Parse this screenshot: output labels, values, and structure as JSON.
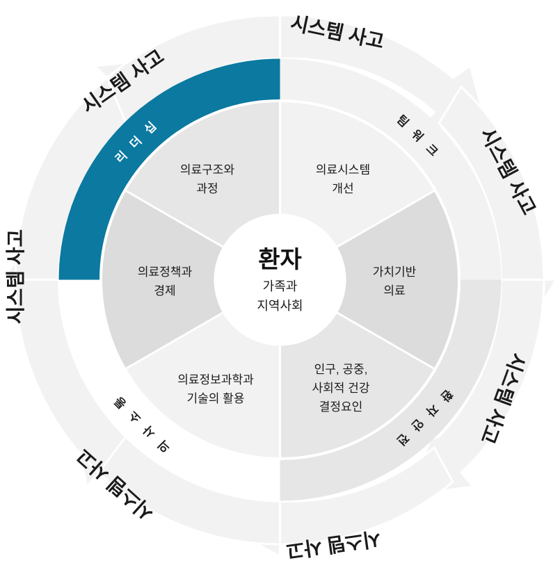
{
  "outer_ring": {
    "labels": [
      "시스템 사고",
      "시스템 사고",
      "시스템 사고",
      "시스템 사고",
      "시스템 사고",
      "시스템 사고"
    ],
    "arrow_color": "#f2f2f2"
  },
  "band": {
    "leadership": "리더십",
    "teamwork": "팀워크",
    "patient_safety": "환자안전",
    "communication": "의사소통",
    "highlight_color": "#0b79a0",
    "light_color": "#f2f2f2",
    "mid_color": "#e6e6e6"
  },
  "segments": [
    {
      "line1": "의료구조와",
      "line2": "과정"
    },
    {
      "line1": "의료시스템",
      "line2": "개선"
    },
    {
      "line1": "가치기반",
      "line2": "의료"
    },
    {
      "line1": "인구, 공중,",
      "line2": "사회적 건강",
      "line3": "결정요인"
    },
    {
      "line1": "의료정보과학과",
      "line2": "기술의 활용"
    },
    {
      "line1": "의료정책과",
      "line2": "경제"
    }
  ],
  "segment_colors": [
    "#e6e6e6",
    "#f2f2f2",
    "#dcdcdc",
    "#e6e6e6",
    "#f2f2f2",
    "#dcdcdc"
  ],
  "center": {
    "title": "환자",
    "sub1": "가족과",
    "sub2": "지역사회"
  }
}
